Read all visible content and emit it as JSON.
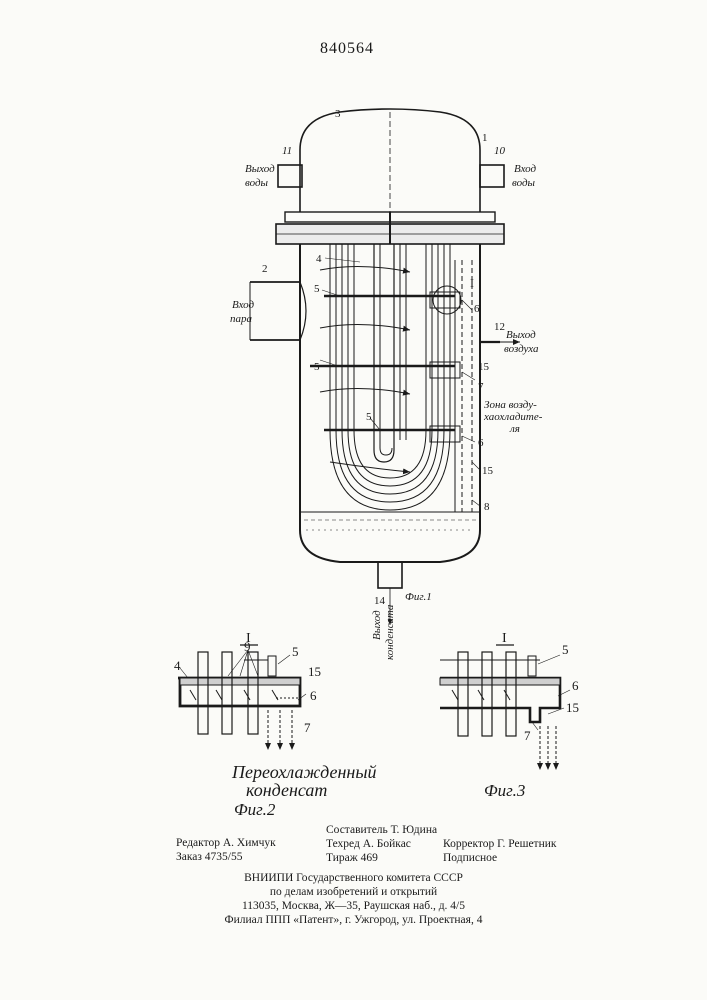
{
  "patent_number": "840564",
  "fig1": {
    "labels": {
      "water_out_left": [
        "Выход",
        "воды"
      ],
      "water_in_right": [
        "Вход",
        "воды"
      ],
      "steam_in": [
        "Вход",
        "пара"
      ],
      "air_out": [
        "Выход",
        "воздуха"
      ],
      "zone": [
        "Зона возду-",
        "хаохладите-",
        "ля"
      ],
      "condensate_out": [
        "Выход",
        "конденсата"
      ],
      "detail_mark": "I"
    },
    "numbers": {
      "n1": "1",
      "n2": "2",
      "n3": "3",
      "n4": "4",
      "n5": "5",
      "n6": "6",
      "n7": "7",
      "n8": "8",
      "n10": "10",
      "n11": "11",
      "n12": "12",
      "n14": "14",
      "n15": "15"
    },
    "caption": "Фиг.1"
  },
  "fig2": {
    "title": "I",
    "numbers": {
      "n4": "4",
      "n9": "9",
      "n5": "5",
      "n15": "15",
      "n6": "6",
      "n7": "7"
    },
    "label": [
      "Переохлажденный",
      "конденсат"
    ],
    "caption": "Фиг.2"
  },
  "fig3": {
    "title": "I",
    "numbers": {
      "n5": "5",
      "n6": "6",
      "n15": "15",
      "n7": "7"
    },
    "caption": "Фиг.3"
  },
  "imprint": {
    "editor": "Редактор А. Химчук",
    "order": "Заказ 4735/55",
    "compiler": "Составитель Т. Юдина",
    "techred": "Техред А. Бойкас",
    "circulation": "Тираж 469",
    "corrector": "Корректор Г. Решетник",
    "subscription": "Подписное",
    "org1": "ВНИИПИ Государственного комитета СССР",
    "org2": "по делам изобретений и открытий",
    "address": "113035, Москва, Ж—35, Раушская наб., д. 4/5",
    "branch": "Филиал ППП «Патент», г. Ужгород, ул. Проектная, 4"
  }
}
